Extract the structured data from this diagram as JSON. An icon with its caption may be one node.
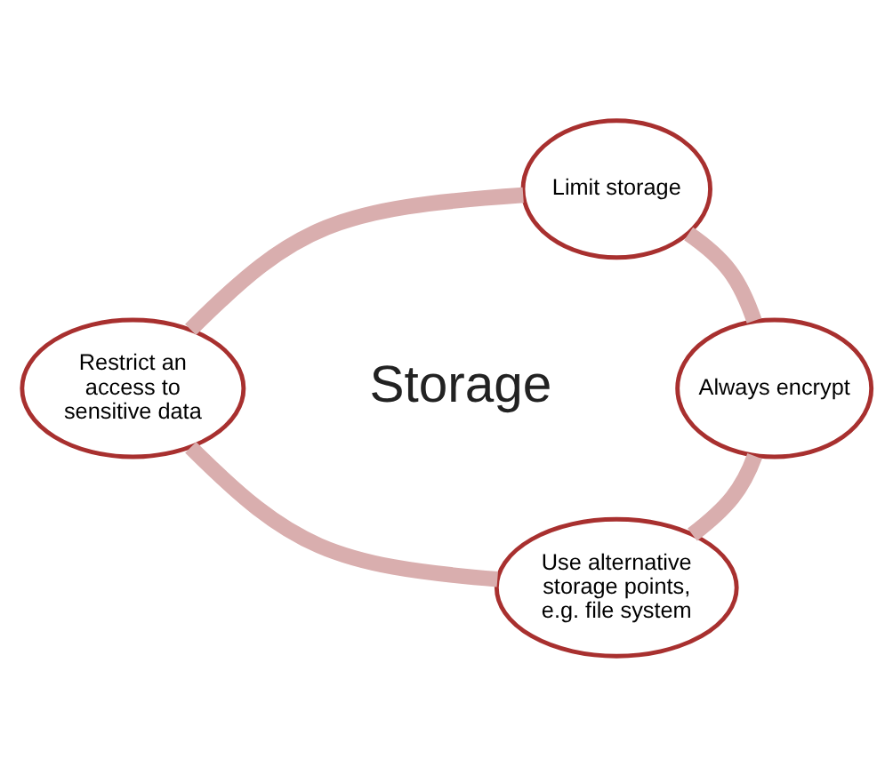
{
  "diagram": {
    "nodes": [
      {
        "text": [
          "Storage"
        ]
      },
      {
        "text": [
          "Limit storage"
        ]
      },
      {
        "text": [
          "Always encrypt"
        ]
      },
      {
        "text": [
          "Use alternative storage points, e.g. file system"
        ]
      },
      {
        "text": [
          "Restrict an access to sensitive data"
        ]
      }
    ],
    "edges": [
      {
        "from": 1,
        "to": 2,
        "arrow": "none"
      },
      {
        "from": 2,
        "to": 3,
        "arrow": "none"
      },
      {
        "from": 3,
        "to": 4,
        "arrow": "none"
      },
      {
        "from": 4,
        "to": 1,
        "arrow": "none"
      }
    ]
  }
}
